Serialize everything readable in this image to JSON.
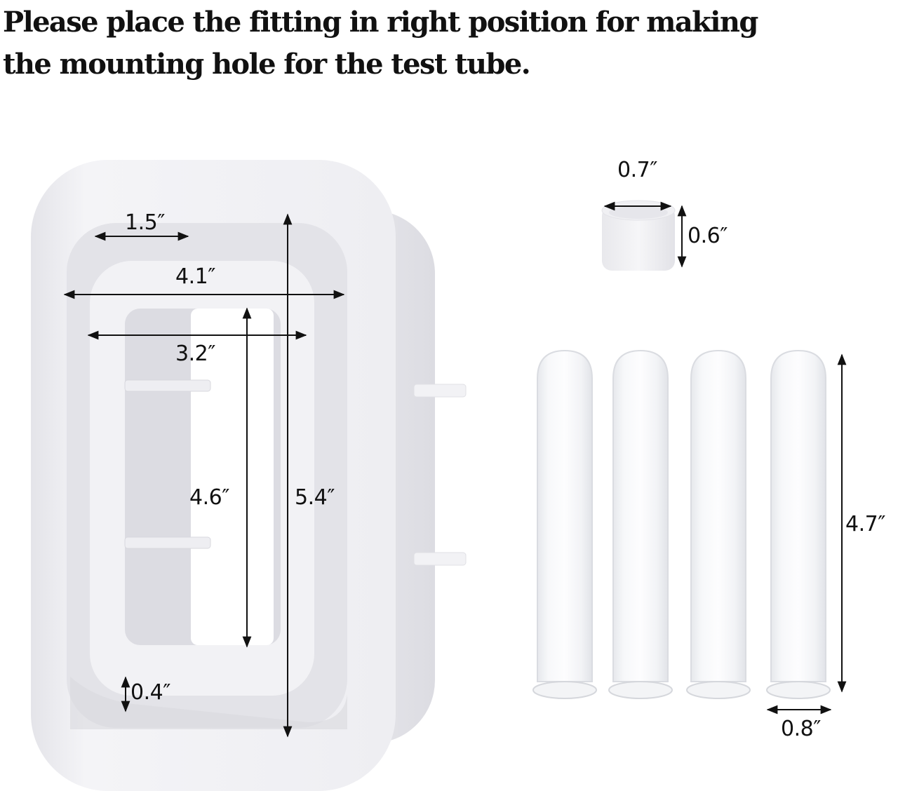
{
  "headline": {
    "line1": "Please place the fitting in right position for making",
    "line2": "the mounting hole for the test tube."
  },
  "mold": {
    "label": "silicone-mold",
    "dimensions": {
      "inner_wall_width": "1.5″",
      "outer_width": "4.1″",
      "inner_width": "3.2″",
      "inner_height": "4.6″",
      "outer_height": "5.4″",
      "wall_thickness": "0.4″"
    }
  },
  "fitting": {
    "label": "fitting-ring",
    "dimensions": {
      "diameter": "0.7″",
      "height": "0.6″"
    }
  },
  "test_tubes": {
    "count": 4,
    "dimensions": {
      "length": "4.7″",
      "diameter": "0.8″"
    }
  },
  "colors": {
    "text": "#111111",
    "mold_light": "#f1f1f4",
    "mold_shadow": "#d6d6dc",
    "tube_edge": "#d9dbe0",
    "background": "#ffffff"
  }
}
